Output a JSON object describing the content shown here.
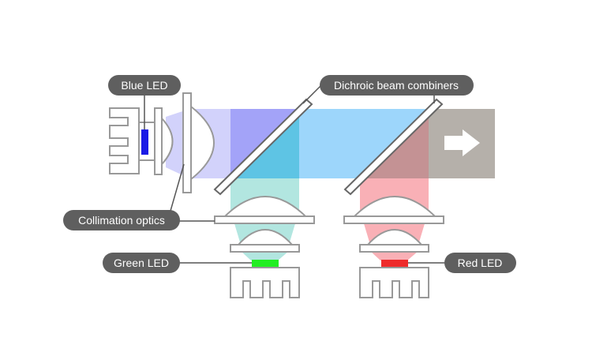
{
  "labels": {
    "blue_led": "Blue LED",
    "dichroic": "Dichroic beam combiners",
    "collimation": "Collimation optics",
    "green_led": "Green LED",
    "red_led": "Red LED"
  },
  "colors": {
    "label_bg": "#5f5f5f",
    "label_text": "#ffffff",
    "outline": "#999999",
    "blue_led": "#1a1ae6",
    "green_led": "#22ee22",
    "red_led": "#ee2a2a",
    "blue_beam_light": "#d2d2fb",
    "blue_beam": "#a3a3f8",
    "teal_beam": "#5ec4e4",
    "cyan_beam": "#9dd6fb",
    "green_beam": "#b2e6e0",
    "red_beam": "#f9b0b6",
    "mixed_beam": "#c49294",
    "output_beam": "#b5b0aa"
  },
  "icons": {
    "output_arrow": "right-arrow-icon"
  }
}
